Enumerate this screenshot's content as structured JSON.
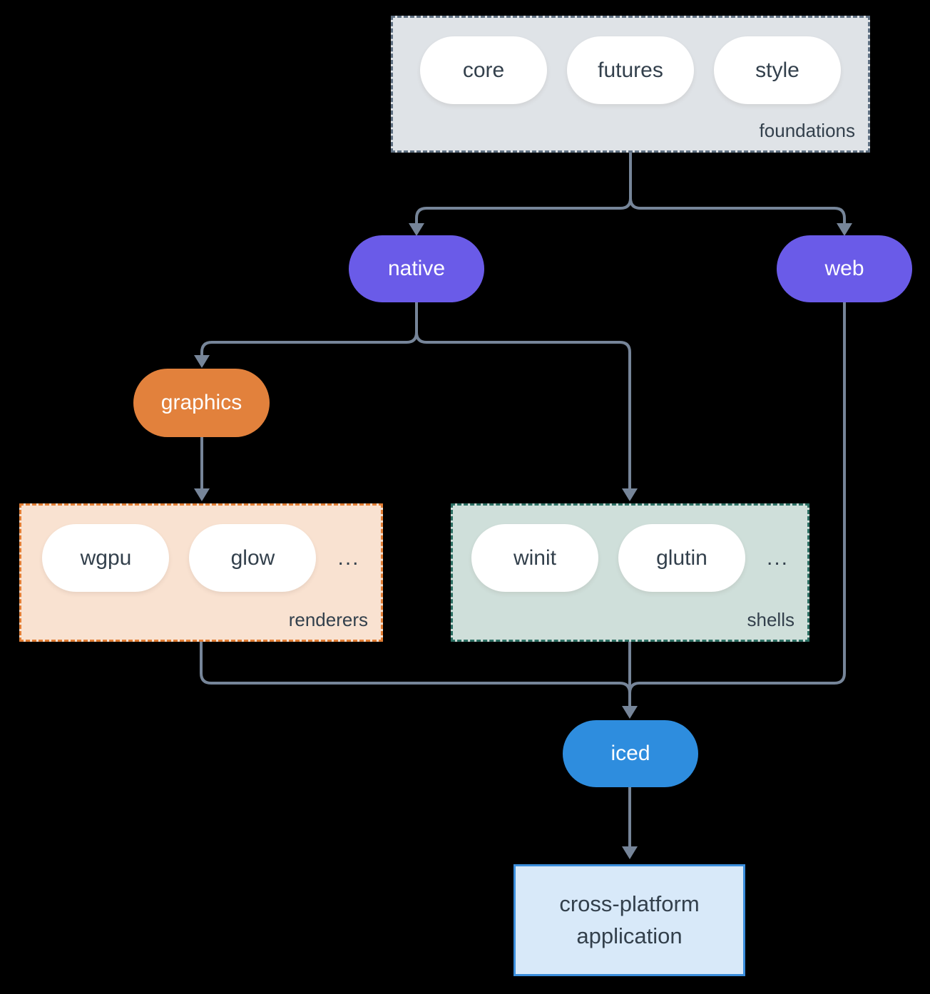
{
  "diagram": {
    "title_hint": "iced crate ecosystem diagram",
    "colors": {
      "background": "#000000",
      "arrow": "#768599",
      "foundations_fill": "#dfe3e7",
      "foundations_border": "#5f7082",
      "renderers_fill": "#f9e2d1",
      "renderers_border": "#e17d34",
      "shells_fill": "#cfdfda",
      "shells_border": "#2c6f63",
      "native_web_fill": "#6a5be8",
      "graphics_fill": "#e2813c",
      "iced_fill": "#2e8dde",
      "app_fill": "#d8e9f9",
      "app_border": "#3b8edc",
      "dark_text": "#33404c",
      "light_text": "#ffffff"
    },
    "groups": {
      "foundations": {
        "label": "foundations",
        "items": [
          "core",
          "futures",
          "style"
        ]
      },
      "renderers": {
        "label": "renderers",
        "items": [
          "wgpu",
          "glow"
        ],
        "ellipsis": "..."
      },
      "shells": {
        "label": "shells",
        "items": [
          "winit",
          "glutin"
        ],
        "ellipsis": "..."
      }
    },
    "nodes": {
      "native": {
        "label": "native"
      },
      "web": {
        "label": "web"
      },
      "graphics": {
        "label": "graphics"
      },
      "iced": {
        "label": "iced"
      },
      "app": {
        "lines": [
          "cross-platform",
          "application"
        ]
      }
    },
    "edges": [
      "foundations -> native",
      "foundations -> web",
      "native -> graphics",
      "native -> shells",
      "graphics -> renderers",
      "renderers -> iced",
      "shells -> iced",
      "web -> iced",
      "iced -> cross-platform application"
    ]
  }
}
